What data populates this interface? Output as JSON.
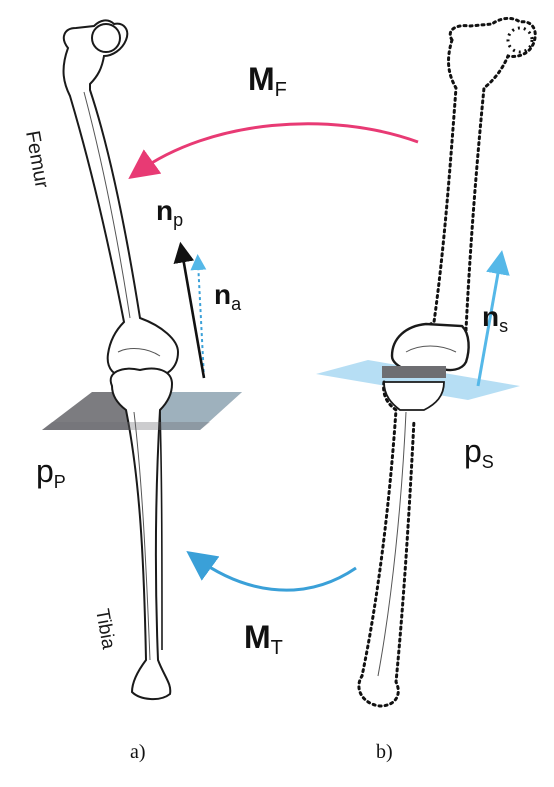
{
  "colors": {
    "background": "#ffffff",
    "bone_stroke": "#1a1a1a",
    "moment_femur_arrow": "#e83a74",
    "moment_tibia_arrow": "#3aa0d8",
    "normal_posture_arrow": "#111111",
    "normal_anatomical_arrow": "#3aa0d8",
    "normal_standard_arrow": "#55b8e8",
    "posture_plane": "#6e6e72",
    "standard_plane": "#a9d8f2"
  },
  "labels": {
    "femur": "Femur",
    "tibia": "Tibia",
    "moment_femur": {
      "main": "M",
      "sub": "F"
    },
    "moment_tibia": {
      "main": "M",
      "sub": "T"
    },
    "normal_posture": {
      "main": "n",
      "sub": "p"
    },
    "normal_anatomical": {
      "main": "n",
      "sub": "a"
    },
    "normal_standard": {
      "main": "n",
      "sub": "s"
    },
    "plane_posture": {
      "main": "p",
      "sub": "P"
    },
    "plane_standard": {
      "main": "p",
      "sub": "S"
    }
  },
  "captions": {
    "a": "a)",
    "b": "b)"
  }
}
